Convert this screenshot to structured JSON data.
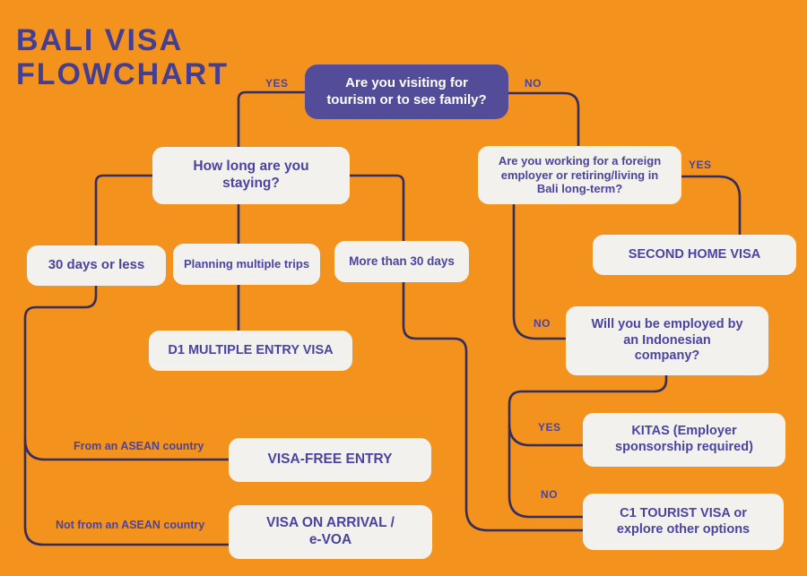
{
  "title": {
    "line1": "BALI VISA",
    "line2": "FLOWCHART"
  },
  "colors": {
    "background": "#F3931E",
    "node_fill": "#F3F1EE",
    "root_node_fill": "#524C99",
    "root_node_text": "#FFFFFF",
    "text_purple": "#4A44A0",
    "line_indigo": "#332D60",
    "title_purple": "#443E94"
  },
  "nodes": {
    "root": {
      "text": "Are you visiting for\ntourism or to see family?"
    },
    "how_long": {
      "text": "How long are you\nstaying?"
    },
    "days_30": {
      "text": "30 days or less"
    },
    "multiple_trips": {
      "text": "Planning multiple trips"
    },
    "more_30": {
      "text": "More than 30 days"
    },
    "d1_visa": {
      "text": "D1 MULTIPLE ENTRY VISA"
    },
    "visa_free": {
      "text": "VISA-FREE ENTRY"
    },
    "voa": {
      "text": "VISA ON ARRIVAL /\ne-VOA"
    },
    "working_foreign": {
      "text": "Are you working for a foreign\nemployer or retiring/living in\nBali long-term?"
    },
    "second_home": {
      "text": "SECOND HOME VISA"
    },
    "employed_indonesian": {
      "text": "Will you be employed by\nan Indonesian\ncompany?"
    },
    "kitas": {
      "text": "KITAS (Employer\nsponsorship required)"
    },
    "c1_tourist": {
      "text": "C1 TOURIST VISA or\nexplore other options"
    }
  },
  "edge_labels": {
    "root_yes": "YES",
    "root_no": "NO",
    "working_yes": "YES",
    "working_no": "NO",
    "employed_yes": "YES",
    "employed_no": "NO",
    "from_asean": "From an ASEAN country",
    "not_from_asean": "Not from an ASEAN country"
  }
}
